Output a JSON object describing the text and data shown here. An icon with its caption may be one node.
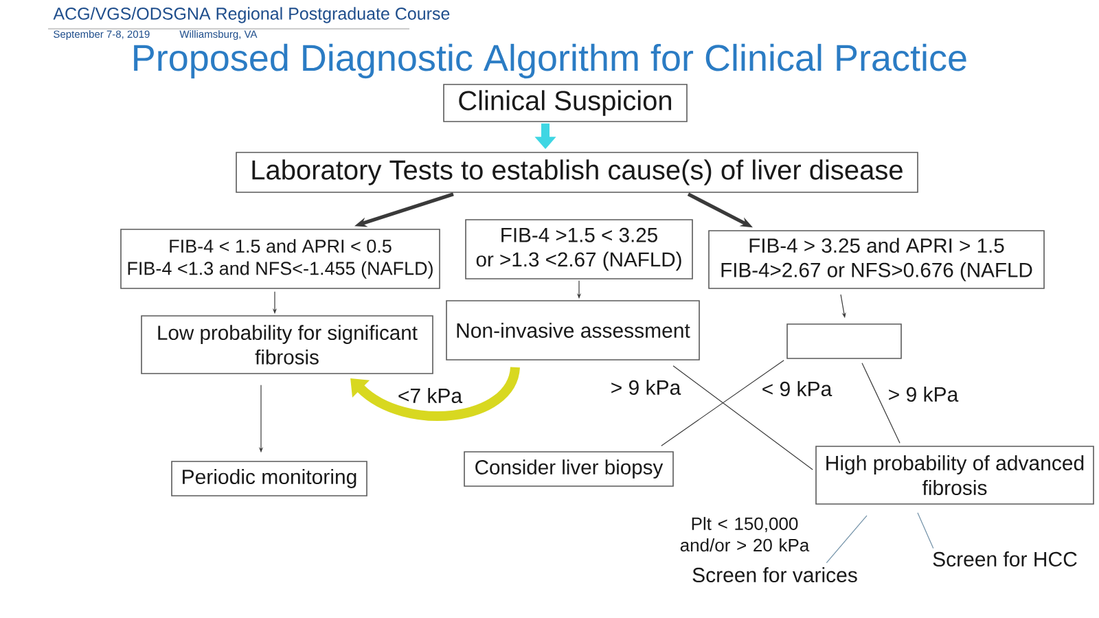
{
  "diagram": {
    "title": "Proposed Diagnostic Algorithm for Clinical Practice",
    "nodes": [
      {
        "text": [
          "Clinical Suspicion"
        ]
      },
      {
        "text": [
          "Laboratory Tests to establish cause(s) of liver disease"
        ]
      },
      {
        "text": [
          "FIB-4 < 1.5 and APRI < 0.5",
          "FIB-4 <1.3 and NFS<-1.455 (NAFLD)"
        ]
      },
      {
        "text": [
          "FIB-4 >1.5 < 3.25",
          "or >1.3 <2.67 (NAFLD)"
        ]
      },
      {
        "text": [
          "FIB-4 > 3.25 and APRI > 1.5",
          "FIB-4>2.67 or NFS>0.676 (NAFLD"
        ]
      },
      {
        "text": [
          "Low probability for significant fibrosis"
        ]
      },
      {
        "text": [
          "Non-invasive assessment"
        ]
      },
      {
        "text": [],
        "shape": "box"
      },
      {
        "text": [
          "Periodic monitoring"
        ]
      },
      {
        "text": [
          "Consider liver biopsy"
        ]
      },
      {
        "text": [
          "High probability of advanced fibrosis"
        ]
      },
      {
        "text": [
          "Screen for varices"
        ]
      },
      {
        "text": [
          "Screen for HCC"
        ]
      }
    ],
    "edges": [
      {
        "from": 0,
        "to": 1,
        "arrow": "to",
        "style": "thick",
        "color": "#3fd6e3"
      },
      {
        "from": 1,
        "to": 2,
        "arrow": "to",
        "style": "thick"
      },
      {
        "from": 1,
        "to": 4,
        "arrow": "to",
        "style": "thick"
      },
      {
        "from": 2,
        "to": 5,
        "arrow": "to"
      },
      {
        "from": 3,
        "to": 6,
        "arrow": "to"
      },
      {
        "from": 4,
        "to": 7,
        "arrow": "to"
      },
      {
        "from": 5,
        "to": 8,
        "arrow": "to"
      },
      {
        "from": 6,
        "to": 5,
        "arrow": "to",
        "label": "<7 kPa",
        "style": "thick",
        "color": "#d8d820"
      },
      {
        "from": 6,
        "to": 10,
        "arrow": "none",
        "label": "> 9 kPa"
      },
      {
        "from": 7,
        "to": 9,
        "arrow": "none",
        "label": "< 9 kPa"
      },
      {
        "from": 7,
        "to": 10,
        "arrow": "none",
        "label": "> 9 kPa"
      },
      {
        "from": 10,
        "to": 11,
        "arrow": "none",
        "label": "Plt < 150,000 and/or > 20 kPa",
        "color": "#6f8fa6"
      },
      {
        "from": 10,
        "to": 12,
        "arrow": "none",
        "color": "#6f8fa6"
      }
    ],
    "labels": [
      "ACG/VGS/ODSGNA Regional Postgraduate Course",
      "September 7-8, 2019",
      "Williamsburg, VA"
    ]
  }
}
